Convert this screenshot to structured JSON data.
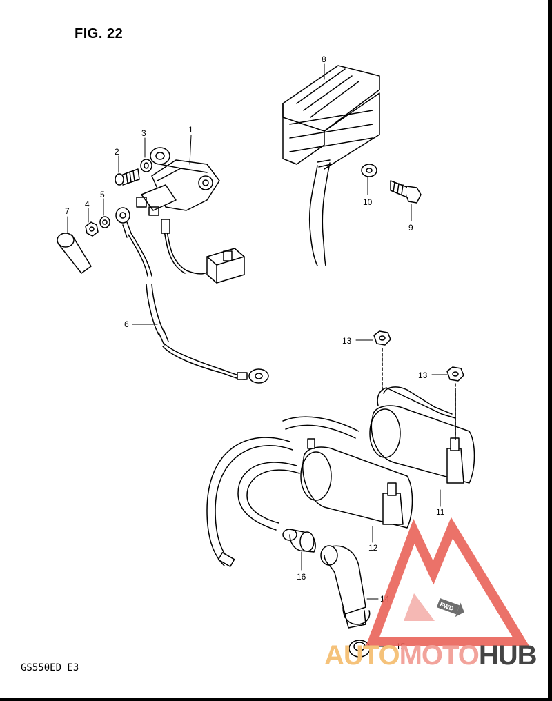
{
  "figure": {
    "title": "FIG. 22",
    "model": "GS550ED  E3"
  },
  "callouts": {
    "p1": "1",
    "p2": "2",
    "p3": "3",
    "p4": "4",
    "p5": "5",
    "p6": "6",
    "p7": "7",
    "p8": "8",
    "p9": "9",
    "p10": "10",
    "p11": "11",
    "p12": "12",
    "p13a": "13",
    "p13b": "13",
    "p14": "14",
    "p15": "15",
    "p16": "16"
  },
  "watermark": {
    "part_a": "AUTO",
    "part_b": "MOTO",
    "part_c": "HUB",
    "badge": "FWD",
    "colors": {
      "auto": "#f5c27a",
      "moto": "#f2a39b",
      "hub": "#444444",
      "triangle": "#e85a4f"
    }
  }
}
